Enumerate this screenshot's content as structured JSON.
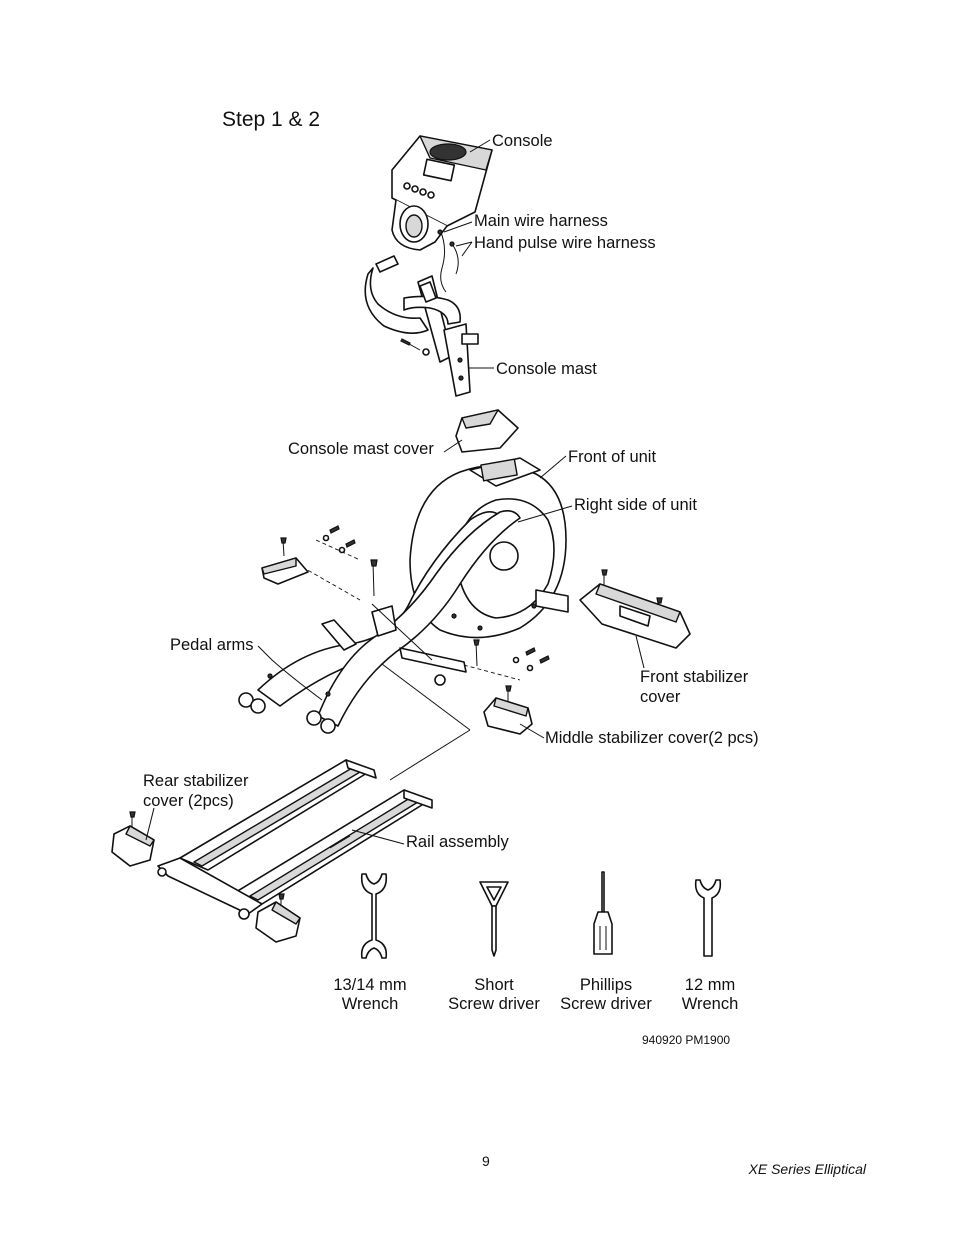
{
  "title": "Step 1 & 2",
  "callouts": {
    "console": "Console",
    "main_wire_harness": "Main wire harness",
    "hand_pulse_wire_harness": "Hand pulse wire harness",
    "console_mast": "Console mast",
    "console_mast_cover": "Console mast cover",
    "front_of_unit": "Front of unit",
    "right_side_of_unit": "Right side of unit",
    "pedal_arms": "Pedal arms",
    "front_stabilizer_cover_1": "Front stabilizer",
    "front_stabilizer_cover_2": "cover",
    "middle_stabilizer_cover": "Middle stabilizer cover(2 pcs)",
    "rear_stabilizer_cover_1": "Rear stabilizer",
    "rear_stabilizer_cover_2": "cover (2pcs)",
    "rail_assembly": "Rail assembly"
  },
  "tools": [
    {
      "line1": "13/14 mm",
      "line2": "Wrench",
      "icon": "wrench-icon"
    },
    {
      "line1": "Short",
      "line2": "Screw driver",
      "icon": "t-handle-screwdriver-icon"
    },
    {
      "line1": "Phillips",
      "line2": "Screw driver",
      "icon": "phillips-screwdriver-icon"
    },
    {
      "line1": "12 mm",
      "line2": "Wrench",
      "icon": "wrench-icon"
    }
  ],
  "drawing_code": "940920 PM1900",
  "footer": {
    "page_number": "9",
    "product": "XE Series Elliptical"
  }
}
